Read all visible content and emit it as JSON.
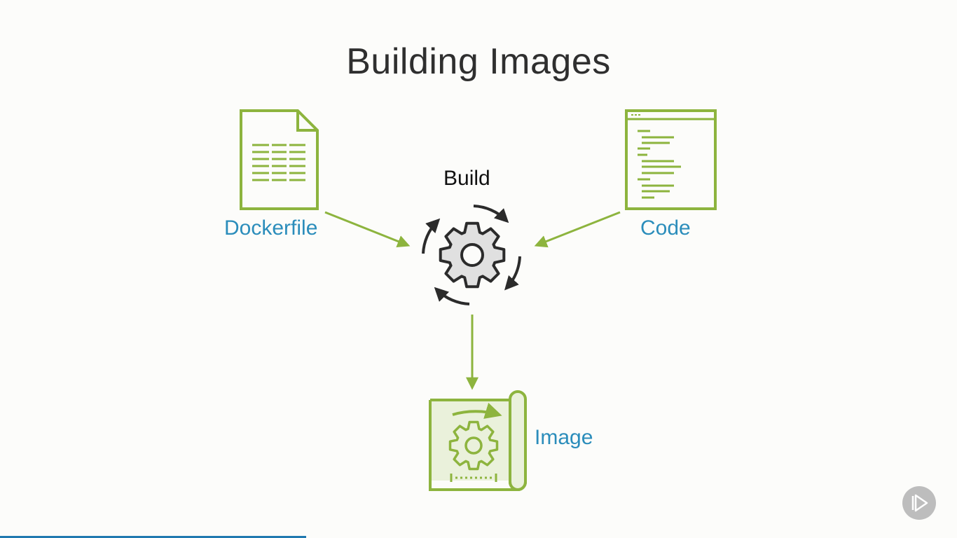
{
  "slide": {
    "title": "Building Images"
  },
  "diagram": {
    "nodes": {
      "dockerfile": "Dockerfile",
      "code": "Code",
      "build": "Build",
      "image": "Image"
    },
    "edges": [
      {
        "from": "dockerfile",
        "to": "build"
      },
      {
        "from": "code",
        "to": "build"
      },
      {
        "from": "build",
        "to": "image"
      }
    ]
  },
  "player": {
    "progress_fraction": 0.32
  },
  "colors": {
    "accent_green": "#8db43e",
    "label_blue": "#2b8dbb",
    "progress_blue": "#2079b0",
    "gear_gray": "#e0e0e0"
  },
  "icons": {
    "dockerfile": "document-icon",
    "code": "code-window-icon",
    "build": "gear-cycle-icon",
    "image": "blueprint-scroll-icon",
    "player": "play-icon"
  }
}
